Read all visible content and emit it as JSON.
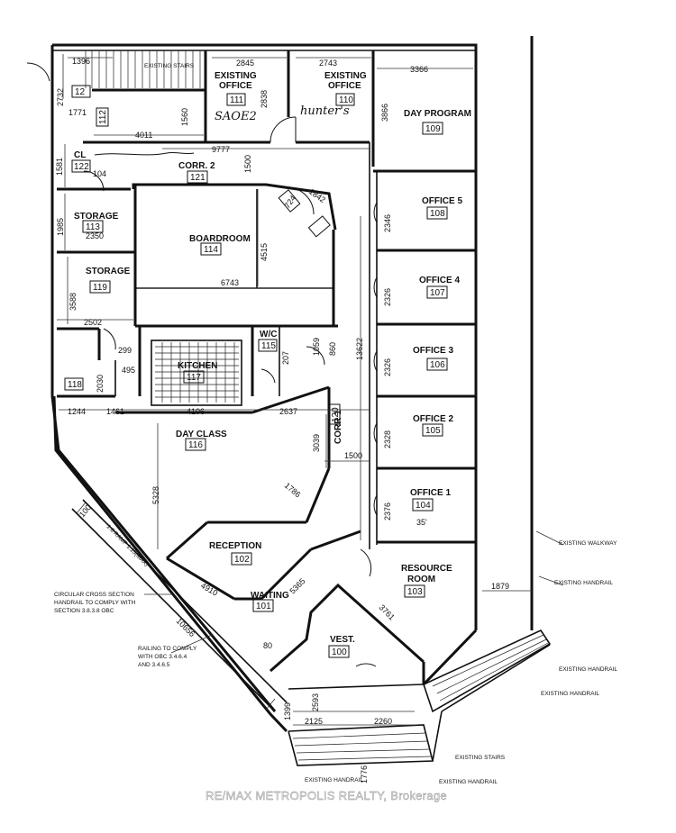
{
  "rooms": {
    "existing_office_111": {
      "label_line1": "EXISTING",
      "label_line2": "OFFICE",
      "number": "111"
    },
    "existing_office_110": {
      "label_line1": "EXISTING",
      "label_line2": "OFFICE",
      "number": "110"
    },
    "day_program": {
      "label": "DAY PROGRAM",
      "number": "109"
    },
    "corr_2": {
      "label": "CORR. 2",
      "number": "121"
    },
    "cl": {
      "label": "CL",
      "number": "122"
    },
    "storage_113": {
      "label": "STORAGE",
      "number": "113"
    },
    "boardroom": {
      "label": "BOARDROOM",
      "number": "114"
    },
    "storage_119": {
      "label": "STORAGE",
      "number": "119"
    },
    "office_5": {
      "label": "OFFICE 5",
      "number": "108"
    },
    "office_4": {
      "label": "OFFICE 4",
      "number": "107"
    },
    "office_3": {
      "label": "OFFICE 3",
      "number": "106"
    },
    "office_2": {
      "label": "OFFICE 2",
      "number": "105"
    },
    "office_1": {
      "label": "OFFICE 1",
      "number": "104"
    },
    "wc": {
      "label": "W/C",
      "number": "115"
    },
    "kitchen": {
      "label": "KITCHEN",
      "number": "117"
    },
    "corr_1": {
      "label": "CORR 1",
      "number": "120"
    },
    "day_class": {
      "label": "DAY CLASS",
      "number": "116"
    },
    "room_118": {
      "number": "118"
    },
    "room_112": {
      "number": "112"
    },
    "room_12": {
      "number": "12"
    },
    "reception": {
      "label": "RECEPTION",
      "number": "102"
    },
    "waiting": {
      "label": "WAITING",
      "number": "101"
    },
    "resource_room": {
      "label_line1": "RESOURCE",
      "label_line2": "ROOM",
      "number": "103"
    },
    "vest": {
      "label": "VEST.",
      "number": "100"
    }
  },
  "dimensions": {
    "d1396": "1396",
    "d2845": "2845",
    "d2743": "2743",
    "d3366": "3366",
    "d2732": "2732",
    "d1771": "1771",
    "d1560": "1560",
    "d2838": "2838",
    "d3866": "3866",
    "d4011": "4011",
    "d9777": "9777",
    "d1500a": "1500",
    "d1581": "1581",
    "d104": "104",
    "d1842": "1842",
    "d724": "724",
    "d1985": "1985",
    "d2350": "2350",
    "d2346": "2346",
    "d4515": "4515",
    "d6743": "6743",
    "d3588": "3588",
    "d2502": "2502",
    "d2326a": "2326",
    "d13622": "13622",
    "d1059": "1059",
    "d207": "207",
    "d860": "860",
    "d299": "299",
    "d1244": "1244",
    "d1461": "1461",
    "d4106": "4106",
    "d2637": "2637",
    "d3039": "3039",
    "d2326b": "2326",
    "d2328": "2328",
    "d1500b": "1500",
    "d5328": "5328",
    "d1786": "1786",
    "d2376": "2376",
    "d35": "35'",
    "d1879": "1879",
    "d4910": "4910",
    "d5365": "5365",
    "d3761": "3761",
    "d10656": "10656",
    "d100": "100",
    "d80": "80",
    "d1399": "1399",
    "d2593": "2593",
    "d2125": "2125",
    "d2260": "2260",
    "d1776": "1776",
    "d2030": "2030",
    "d495": "495"
  },
  "notes": {
    "existing_stairs_top": "EXISTING STAIRS",
    "existing_walkway": "EXISTING WALKWAY",
    "existing_handrail_1": "EXISTING HANDRAIL",
    "existing_handrail_2": "EXISTING HANDRAIL",
    "existing_handrail_3": "EXISTING HANDRAIL",
    "existing_stairs_bottom": "EXISTING STAIRS",
    "existing_handrail_4": "EXISTING HANDRAIL",
    "existing_handrail_5": "EXISTING HANDRAIL",
    "ramp": "1:8 RAMP 1:15(MAX)",
    "circular_1": "CIRCULAR CROSS SECTION",
    "circular_2": "HANDRAIL TO COMPLY WITH",
    "circular_3": "SECTION 3.8.3.8 OBC",
    "railing_1": "RAILING TO COMPLY",
    "railing_2": "WITH OBC 3.4.6.4",
    "railing_3": "AND 3.4.6.5"
  },
  "handwriting": {
    "saor2": "SAOE2",
    "hunter": "hunter's"
  },
  "watermark": "RE/MAX METROPOLIS REALTY, Brokerage"
}
